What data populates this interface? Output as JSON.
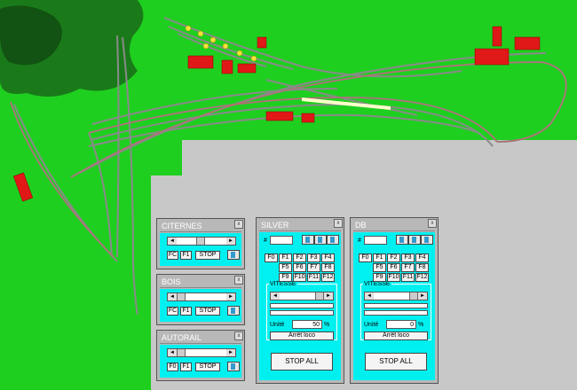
{
  "layout_view": {
    "background": "#1fcf1f",
    "floor_color": "#c8c8c8",
    "tree_color": "#156a15",
    "track_color": "#8a8a8a",
    "building_color": "#e01818"
  },
  "panels": {
    "citernes": {
      "title": "CITERNES",
      "close": "x",
      "speed_level": 0.45,
      "buttons": {
        "fc": "FC",
        "f1": "F1",
        "stop": "STOP"
      }
    },
    "bois": {
      "title": "BOIS",
      "close": "x",
      "speed_level": 0.0,
      "buttons": {
        "fc": "FC",
        "f1": "F1",
        "stop": "STOP"
      }
    },
    "autorail": {
      "title": "AUTORAIL",
      "close": "x",
      "speed_level": 0.0,
      "buttons": {
        "f0": "F0",
        "f1": "F1",
        "stop": "STOP"
      }
    },
    "silver": {
      "title": "SILVER",
      "close": "x",
      "address_prefix": "#",
      "address_value": "",
      "functions": [
        "F0",
        "F1",
        "F2",
        "F3",
        "F4",
        "F5",
        "F6",
        "F7",
        "F8",
        "F9",
        "F10",
        "F11",
        "F12"
      ],
      "vitesse_label": "VITESSE",
      "unit_label": "Unité",
      "unit_value": "50",
      "percent": "%",
      "emergency_label": "Arrêt loco",
      "stop_all": "STOP ALL"
    },
    "db": {
      "title": "DB",
      "close": "x",
      "address_prefix": "#",
      "address_value": "",
      "functions": [
        "F0",
        "F1",
        "F2",
        "F3",
        "F4",
        "F5",
        "F6",
        "F7",
        "F8",
        "F9",
        "F10",
        "F11",
        "F12"
      ],
      "vitesse_label": "VITESSE",
      "unit_label": "Unité",
      "unit_value": "0",
      "percent": "%",
      "emergency_label": "Arrêt loco",
      "stop_all": "STOP ALL"
    }
  }
}
